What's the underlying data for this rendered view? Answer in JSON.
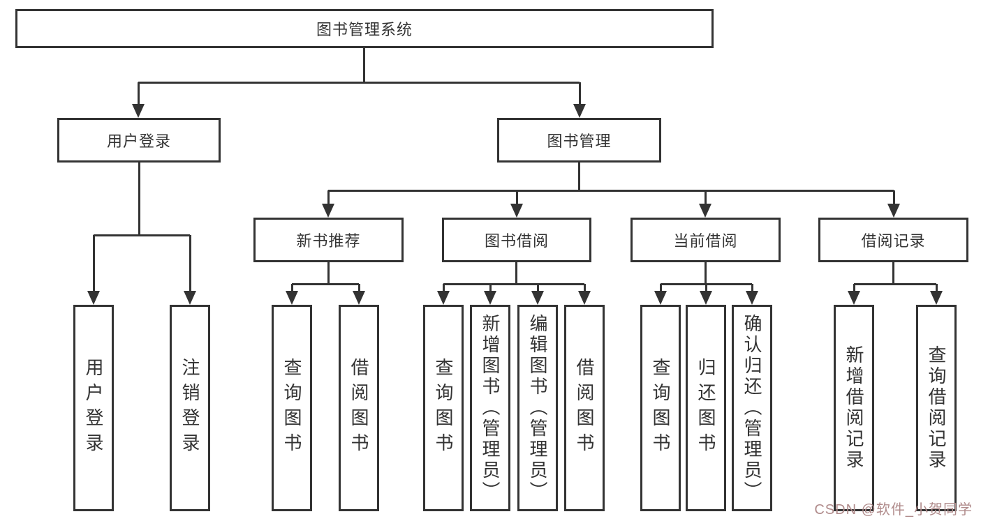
{
  "nodes": {
    "root": "图书管理系统",
    "user_login": "用户登录",
    "book_mgmt": "图书管理",
    "new_book_rec": "新书推荐",
    "book_borrow": "图书借阅",
    "current_borrow": "当前借阅",
    "borrow_records": "借阅记录",
    "user_login_children": [
      "用户登录",
      "注销登录"
    ],
    "new_book_rec_children": [
      "查询图书",
      "借阅图书"
    ],
    "book_borrow_children": [
      "查询图书",
      "新增图书（管理员）",
      "编辑图书（管理员）",
      "借阅图书"
    ],
    "current_borrow_children": [
      "查询图书",
      "归还图书",
      "确认归还（管理员）"
    ],
    "borrow_records_children": [
      "新增借阅记录",
      "查询借阅记录"
    ]
  },
  "watermark": {
    "text": "CSDN @软件_小贺同学",
    "color": "#b08b8b"
  },
  "colors": {
    "line": "#333333",
    "box_border": "#333333",
    "text": "#333333",
    "background": "#ffffff"
  }
}
